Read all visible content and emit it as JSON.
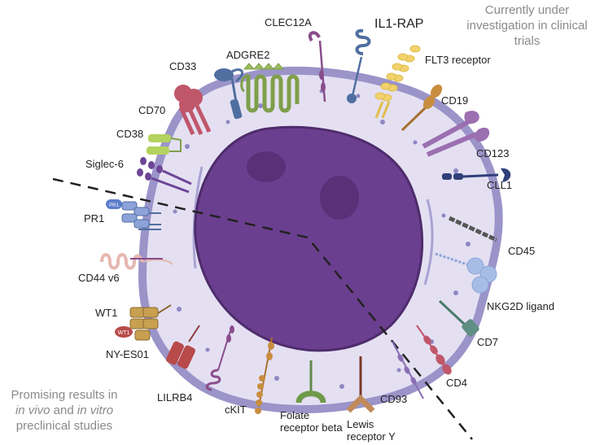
{
  "annotations": {
    "clinical": [
      "Currently under",
      "investigation in clinical",
      "trials"
    ],
    "preclinical_line1_a": "Promising results in",
    "preclinical_line2_i1": "in vivo",
    "preclinical_line2_mid": " and ",
    "preclinical_line2_i2": "in vitro",
    "preclinical_line3": "preclinical studies"
  },
  "labels": {
    "clec12a": "CLEC12A",
    "il1rap": "IL1-RAP",
    "flt3": "FLT3 receptor",
    "cd33": "CD33",
    "adgre2": "ADGRE2",
    "cd19": "CD19",
    "cd70": "CD70",
    "cd123": "CD123",
    "cd38": "CD38",
    "siglec6": "Siglec-6",
    "cll1": "CLL1",
    "pr1": "PR1",
    "cd45": "CD45",
    "cd44v6": "CD44 v6",
    "nkg2d": "NKG2D ligand",
    "wt1": "WT1",
    "cd7": "CD7",
    "nyeso1": "NY-ES01",
    "cd4": "CD4",
    "lilrb4": "LILRB4",
    "ckit": "cKIT",
    "cd93": "CD93",
    "folate1": "Folate",
    "folate2": "receptor beta",
    "lewis1": "Lewis",
    "lewis2": "receptor Y",
    "pr1_badge": "PR1",
    "wt1_badge": "WT1"
  },
  "colors": {
    "cell_fill": "#e4e0f2",
    "cell_border": "#9b94c9",
    "nucleus": "#6b3f8f",
    "nucleolus": "#5a3078",
    "divider": "#222222",
    "clinical_text": "#8a8a8a"
  }
}
